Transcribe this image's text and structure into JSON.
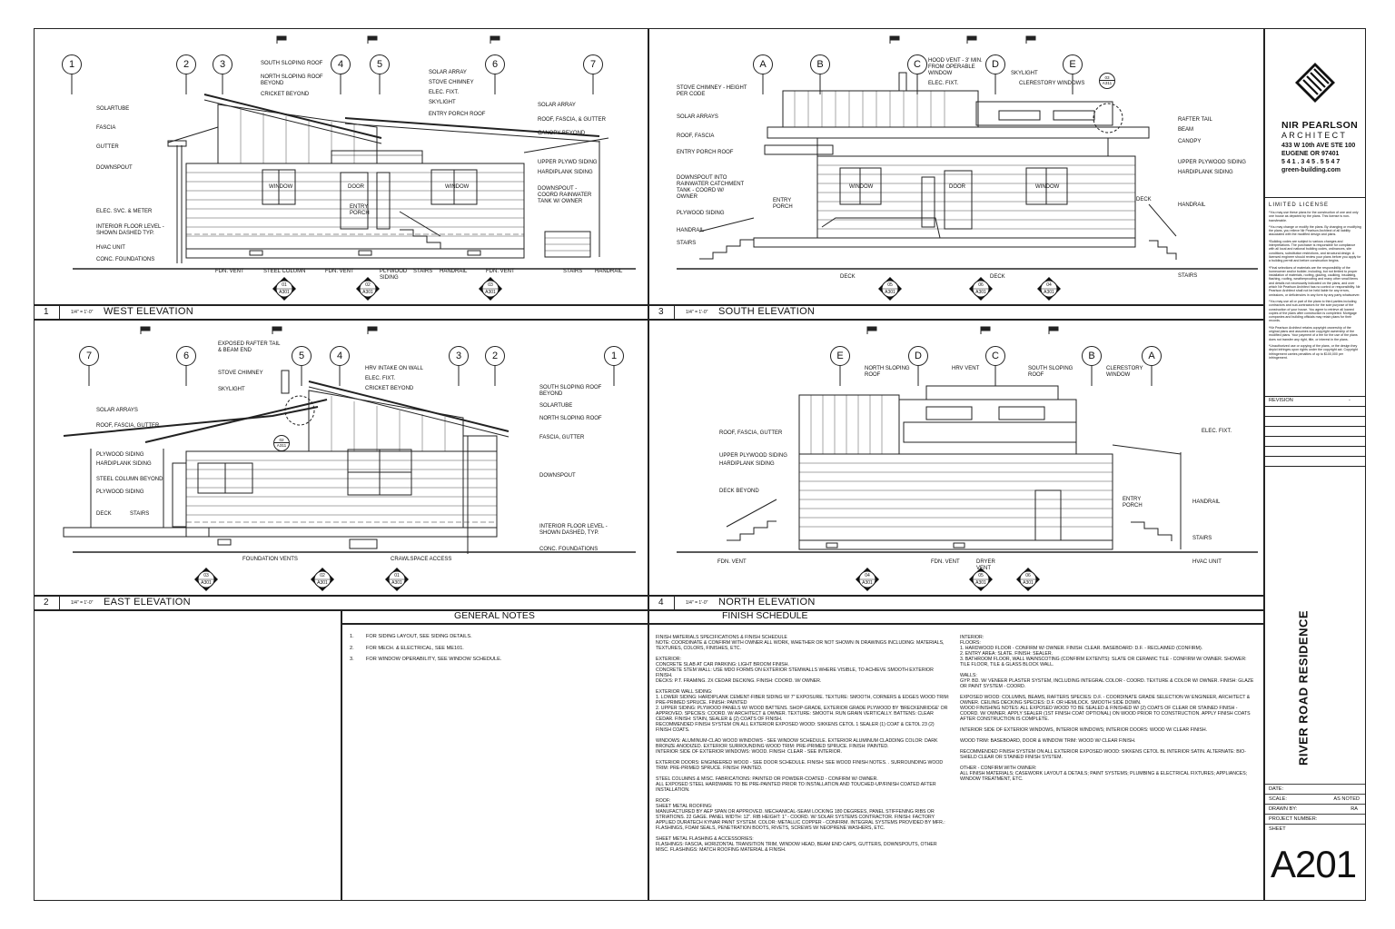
{
  "firm": {
    "name": "NIR PEARLSON",
    "subtitle": "ARCHITECT",
    "address1": "433 W 10th AVE STE 100",
    "address2": "EUGENE OR 97401",
    "phone": "5 4 1 . 3 4 5 . 5 5 4 7",
    "web": "green-building.com"
  },
  "license": {
    "title": "LIMITED LICENSE",
    "paragraphs": [
      "*You may use these plans for the construction of one and only one house as depicted by the plans. This license is non-transferable.",
      "*You may change or modify the plans. By changing or modifying the plans, you relieve Nir Pearlson Architect of all liability associated with the modified design and plans.",
      "*Building codes are subject to various changes and interpretations. The purchaser is responsible for compliance with all local and national building codes, ordinances, site conditions, substitution restrictions, and structural design. A licensed engineer should review your plans before you apply for a building permit and before construction begins.",
      "*Final selections of materials are the responsibility of the homeowner and/or builder, including, but not limited to proper installation of materials, roofing, glazing, caulking, insulating, flashing, roofing, weatherproofing and many other small items and details not necessarily indicated on the plans, and over which Nir Pearlson Architect has no control or responsibility. Nir Pearlson Architect shall not be held liable for any errors, omissions, or deficiencies in any form by any party whatsoever.",
      "*You may use all or part of the plans to third parties including contractors and sub-contractors for the sole purpose of the construction of your house. You agree to retrieve all loaned copies of the plans after construction is completed. Mortgage companies and building officials may retain plans for their records.",
      "*Nir Pearlson Architect retains copyright ownership of the original plans and assumes sole copyright ownership of the modified plans. Your payment of a fee for the use of the plans does not transfer any right, title, or interest in the plans.",
      "*Unauthorized use or copying of the plans, or the design they depict infringes upon rights under the copyright act. Copyright infringement carries penalties of up to $100,000 per infringement."
    ]
  },
  "titleblock": {
    "revision_label": "REVISION",
    "revision_value": "-",
    "project_name": "RIVER ROAD RESIDENCE",
    "date_label": "DATE:",
    "date_value": "",
    "scale_label": "SCALE:",
    "scale_value": "AS NOTED",
    "drawn_label": "DRAWN BY:",
    "drawn_value": "RA",
    "project_number_label": "PROJECT NUMBER:",
    "project_number_value": "",
    "sheet_label": "SHEET",
    "sheet_number": "A201"
  },
  "views": {
    "west": {
      "num": "1",
      "scale": "1/4\" = 1'-0\"",
      "title": "WEST ELEVATION"
    },
    "south": {
      "num": "3",
      "scale": "1/4\" = 1'-0\"",
      "title": "SOUTH ELEVATION"
    },
    "east": {
      "num": "2",
      "scale": "1/4\" = 1'-0\"",
      "title": "EAST ELEVATION"
    },
    "north": {
      "num": "4",
      "scale": "1/4\" = 1'-0\"",
      "title": "NORTH ELEVATION"
    }
  },
  "west_labels": {
    "south_roof": "SOUTH SLOPING ROOF",
    "north_roof": "NORTH SLOPING ROOF\nBEYOND",
    "cricket": "CRICKET BEYOND",
    "solar_array": "SOLAR ARRAY",
    "stove_chimney": "STOVE CHIMNEY",
    "elec_fixt": "ELEC. FIXT.",
    "skylight": "SKYLIGHT",
    "entry_porch_roof": "ENTRY PORCH ROOF",
    "solar_array2": "SOLAR ARRAY",
    "roof_fascia": "ROOF, FASCIA, & GUTTER",
    "canopy": "CANOPY BEYOND",
    "solartube": "SOLARTUBE",
    "fascia": "FASCIA",
    "gutter": "GUTTER",
    "downspout": "DOWNSPOUT",
    "elec_svc": "ELEC. SVC. & METER",
    "floor_level": "INTERIOR FLOOR LEVEL -\nSHOWN DASHED TYP.",
    "hvac": "HVAC UNIT",
    "foundations": "CONC. FOUNDATIONS",
    "upper_plywd": "UPPER PLYWD SIDING",
    "hardiplank": "HARDIPLANK SIDING",
    "downspout_coord": "DOWNSPOUT -\nCOORD RAINWATER\nTANK W/ OWNER",
    "fdn_vent1": "FDN. VENT",
    "steel_column": "STEEL COLUMN",
    "fdn_vent2": "FDN. VENT",
    "plywood_siding": "PLYWOOD\nSIDING",
    "stairs": "STAIRS",
    "handrail": "HANDRAIL",
    "fdn_vent3": "FDN. VENT",
    "stairs2": "STAIRS",
    "handrail2": "HANDRAIL",
    "window1": "WINDOW",
    "door": "DOOR",
    "entry_porch": "ENTRY\nPORCH",
    "window2": "WINDOW"
  },
  "south_labels": {
    "stove_chimney": "STOVE CHIMNEY - HEIGHT\nPER CODE",
    "solar_arrays": "SOLAR ARRAYS",
    "roof_fascia": "ROOF, FASCIA",
    "entry_porch_roof": "ENTRY PORCH ROOF",
    "downspout": "DOWNSPOUT INTO\nRAINWATER CATCHMENT\nTANK - COORD W/\nOWNER",
    "plywood_siding": "PLYWOOD SIDING",
    "handrail": "HANDRAIL",
    "stairs": "STAIRS",
    "hood_vent": "HOOD VENT - 3' MIN.\nFROM OPERABLE\nWINDOW",
    "elec_fixt": "ELEC. FIXT.",
    "skylight": "SKYLIGHT",
    "clerestory": "CLERESTORY WINDOWS",
    "rafter_tail": "RAFTER TAIL",
    "beam": "BEAM",
    "canopy": "CANOPY",
    "upper_plywd": "UPPER PLYWOOD SIDING",
    "hardiplank": "HARDIPLANK SIDING",
    "deck_label": "DECK",
    "handrail2": "HANDRAIL",
    "stairs2": "STAIRS",
    "deck1": "DECK",
    "deck2": "DECK",
    "window1": "WINDOW",
    "door": "DOOR",
    "window2": "WINDOW",
    "entry_porch": "ENTRY\nPORCH"
  },
  "east_labels": {
    "rafter_tail": "EXPOSED RAFTER TAIL\n& BEAM END",
    "stove_chimney": "STOVE CHIMNEY",
    "skylight": "SKYLIGHT",
    "hrv": "HRV INTAKE ON WALL",
    "elec_fixt": "ELEC. FIXT.",
    "cricket": "CRICKET BEYOND",
    "south_roof": "SOUTH SLOPING ROOF\nBEYOND",
    "solartube": "SOLARTUBE",
    "north_roof": "NORTH SLOPING ROOF",
    "solar_arrays": "SOLAR ARRAYS",
    "roof_fascia": "ROOF, FASCIA, GUTTER",
    "fascia_gutter": "FASCIA, GUTTER",
    "plywood_siding": "PLYWOOD SIDING",
    "hardiplank": "HARDIPLANK SIDING",
    "steel_column": "STEEL COLUMN BEYOND",
    "plywood_siding2": "PLYWOOD SIDING",
    "downspout": "DOWNSPOUT",
    "deck": "DECK",
    "stairs": "STAIRS",
    "floor_level": "INTERIOR FLOOR LEVEL -\nSHOWN DASHED, TYP.",
    "foundations": "CONC. FOUNDATIONS",
    "foundation_vents": "FOUNDATION VENTS",
    "crawlspace": "CRAWLSPACE ACCESS"
  },
  "north_labels": {
    "north_roof": "NORTH SLOPING\nROOF",
    "hrv_vent": "HRV VENT",
    "south_roof": "SOUTH SLOPING\nROOF",
    "clerestory": "CLERESTORY\nWINDOW",
    "roof_fascia": "ROOF, FASCIA, GUTTER",
    "elec_fixt": "ELEC. FIXT.",
    "upper_plywood": "UPPER PLYWOOD SIDING",
    "hardiplank": "HARDIPLANK SIDING",
    "deck_beyond": "DECK BEYOND",
    "entry_porch": "ENTRY\nPORCH",
    "handrail": "HANDRAIL",
    "stairs": "STAIRS",
    "fdn_vent1": "FDN. VENT",
    "fdn_vent2": "FDN. VENT",
    "dryer_vent": "DRYER\nVENT",
    "hvac": "HVAC UNIT"
  },
  "gridlines": {
    "west": [
      "1",
      "2",
      "3",
      "4",
      "5",
      "6",
      "7"
    ],
    "south": [
      "A",
      "B",
      "C",
      "D",
      "E"
    ],
    "east": [
      "7",
      "6",
      "5",
      "4",
      "3",
      "2",
      "1"
    ],
    "north": [
      "E",
      "D",
      "C",
      "B",
      "A"
    ]
  },
  "section_markers": {
    "west": [
      [
        "01",
        "A301"
      ],
      [
        "02",
        "A301"
      ],
      [
        "03",
        "A301"
      ]
    ],
    "south": [
      [
        "05",
        "A301"
      ],
      [
        "06",
        "A301"
      ],
      [
        "04",
        "A301"
      ]
    ],
    "east": [
      [
        "03",
        "A301"
      ],
      [
        "02",
        "A301"
      ],
      [
        "01",
        "A301"
      ]
    ],
    "north": [
      [
        "04",
        "A301"
      ],
      [
        "05",
        "A301"
      ],
      [
        "06",
        "A301"
      ]
    ],
    "south_detail": [
      "03",
      "A311"
    ],
    "east_detail": [
      "02",
      "A311"
    ]
  },
  "general_notes": {
    "title": "GENERAL NOTES",
    "items": [
      {
        "n": "1.",
        "text": "FOR SIDING LAYOUT, SEE SIDING DETAILS."
      },
      {
        "n": "2.",
        "text": "FOR MECH. & ELECTRICAL, SEE ME101."
      },
      {
        "n": "3.",
        "text": "FOR WINDOW OPERABILITY, SEE WINDOW SCHEDULE."
      }
    ]
  },
  "finish_schedule": {
    "title": "FINISH SCHEDULE",
    "left": [
      "FINISH MATERIALS SPECIFICATIONS & FINISH SCHEDULE\nNOTE: COORDINATE & CONFIRM WITH OWNER ALL WORK, WHETHER OR NOT SHOWN IN DRAWINGS INCLUDING: MATERIALS, TEXTURES, COLORS, FINISHES, ETC.",
      "EXTERIOR:\nCONCRETE SLAB AT CAR PARKING: LIGHT BROOM FINISH.\nCONCRETE STEM WALL: USE MDO FORMS ON EXTERIOR STEMWALLS WHERE VISIBLE, TO ACHIEVE SMOOTH EXTERIOR FINISH.\nDECKS: P.T. FRAMING. 2X CEDAR DECKING. FINISH: COORD. W/ OWNER.",
      "EXTERIOR WALL SIDING:\n  1. LOWER SIDING: HARDIPLANK CEMENT-FIBER SIDING W/ 7\" EXPOSURE. TEXTURE: SMOOTH, CORNERS & EDGES WOOD TRIM: PRE-PRIMED SPRUCE. FINISH: PAINTED\n  2. UPPER SIDING: PLYWOOD PANELS W/ WOOD BATTENS. SHOP-GRADE, EXTERIOR GRADE PLYWOOD BY 'BRECKENRIDGE' OR APPROVED. SPECIES: COORD. W/ ARCHITECT & OWNER. TEXTURE: SMOOTH. RUN GRAIN VERTICALLY. BATTENS: CLEAR CEDAR. FINISH: STAIN, SEALER & (2) COATS OF FINISH.\nRECOMMENDED FINISH SYSTEM ON ALL EXTERIOR EXPOSED WOOD: SIKKENS CETOL 1 SEALER (1) COAT & CETOL 23 (2) FINISH COATS.",
      "WINDOWS: ALUMINUM-CLAD WOOD WINDOWS - SEE WINDOW SCHEDULE. EXTERIOR ALUMINUM CLADDING COLOR: DARK BRONZE ANODIZED. EXTERIOR SURROUNDING WOOD TRIM: PRE-PRIMED SPRUCE. FINISH: PAINTED.\nINTERIOR SIDE OF EXTERIOR WINDOWS: WOOD. FINISH: CLEAR - SEE INTERIOR.",
      "EXTERIOR DOORS: ENGINEERED WOOD - SEE DOOR SCHEDULE. FINISH: SEE WOOD FINISH NOTES. . SURROUNDING WOOD TRIM: PRE-PRIMED SPRUCE. FINISH: PAINTED.",
      "STEEL COLUMNS & MISC. FABRICATIONS: PAINTED OR POWDER-COATED - CONFIRM W/ OWNER.\nALL EXPOSED STEEL HARDWARE TO BE PRE-PAINTED PRIOR TO INSTALLATION AND TOUCHED-UP/FINISH COATED AFTER INSTALLATION.",
      "ROOF:\nSHEET METAL ROOFING:\nMANUFACTURED BY AEP SPAN OR APPROVED. MECHANICAL-SEAM LOCKING 180 DEGREES, PANEL STIFFENING RIBS OR STRIATIONS. 22 GAGE. PANEL WIDTH: 12\". RIB HEIGHT: 1\" - COORD. W/ SOLAR SYSTEMS CONTRACTOR. FINISH: FACTORY APPLIED DURATECH KYNAR PAINT SYSTEM. COLOR: METALLIC COPPER - CONFIRM. INTEGRAL SYSTEMS PROVIDED BY MFR.: FLASHINGS, FOAM SEALS, PENETRATION BOOTS, RIVETS, SCREWS W/ NEOPRENE WASHERS, ETC.",
      "SHEET METAL FLASHING & ACCESSORIES:\nFLASHINGS: FASCIA, HORIZONTAL TRANSITION TRIM, WINDOW HEAD, BEAM END CAPS, GUTTERS, DOWNSPOUTS, OTHER MISC. FLASHINGS: MATCH ROOFING MATERIAL & FINISH."
    ],
    "right": [
      "INTERIOR:\nFLOORS:\n  1. HARDWOOD FLOOR - CONFIRM W/ OWNER. FINISH: CLEAR. BASEBOARD: D.F. - RECLAIMED (CONFIRM).\n  2. ENTRY AREA: SLATE. FINISH: SEALER.\n  3. BATHROOM FLOOR, WALL WAINSCOTING (CONFIRM EXTENTS): SLATE OR CERAMIC TILE - CONFIRM W/ OWNER. SHOWER: TILE FLOOR, TILE & GLASS BLOCK WALL.",
      "WALLS:\nGYP. BD. W/ VENEER PLASTER SYSTEM, INCLUDING INTEGRAL COLOR - COORD. TEXTURE & COLOR W/ OWNER. FINISH: GLAZE OR PAINT SYSTEM - COORD.",
      "EXPOSED WOOD: COLUMNS, BEAMS, RAFTERS SPECIES: D.F. - COORDINATE GRADE SELECTION W/ ENGINEER, ARCHITECT & OWNER. CEILING DECKING SPECIES: D.F. OR HEMLOCK. SMOOTH SIDE DOWN.\nWOOD FINISHING NOTES: ALL EXPOSED WOOD TO BE SEALED & FINISHED W/ (2) COATS OF CLEAR OR STAINED FINISH - COORD. W/ OWNER. APPLY SEALER (1ST FINISH COAT OPTIONAL) ON WOOD PRIOR TO CONSTRUCTION. APPLY FINISH COATS AFTER CONSTRUCTION IS COMPLETE.",
      "INTERIOR SIDE OF EXTERIOR WINDOWS, INTERIOR WINDOWS; INTERIOR DOORS: WOOD W/ CLEAR FINISH.",
      "WOOD TRIM: BASEBOARD, DOOR & WINDOW TRIM: WOOD W/ CLEAR FINISH.",
      "RECOMMENDED FINISH SYSTEM ON ALL EXTERIOR EXPOSED WOOD: SIKKENS CETOL BL INTERIOR SATIN. ALTERNATE: BIO-SHIELD CLEAR OR STAINED FINISH SYSTEM.",
      "OTHER - CONFIRM WITH OWNER:\nALL FINISH MATERIALS; CASEWORK LAYOUT & DETAILS; PAINT SYSTEMS; PLUMBING & ELECTRICAL FIXTURES; APPLIANCES; WINDOW TREATMENT, ETC."
    ]
  }
}
